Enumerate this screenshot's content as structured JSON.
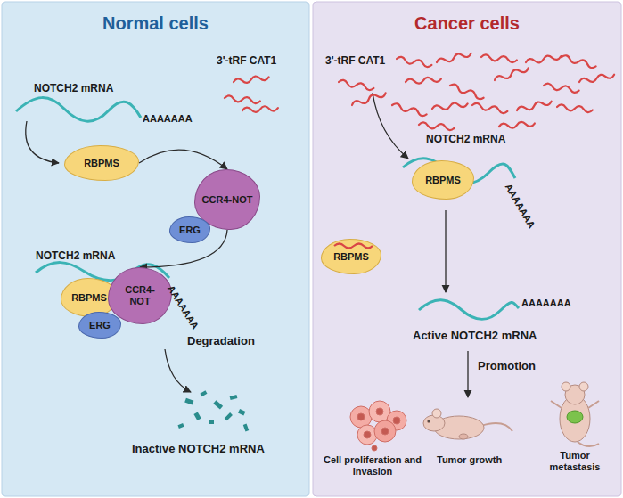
{
  "diagram": {
    "nodes": [
      {
        "text": [
          "Normal cells"
        ]
      },
      {
        "text": [
          "RBPMS"
        ],
        "in": 0
      },
      {
        "text": [
          "CCR4-NOT"
        ],
        "in": 0
      },
      {
        "text": [
          "ERG"
        ],
        "in": 0
      },
      {
        "text": [
          "RBPMS"
        ],
        "in": 0
      },
      {
        "text": [
          "CCR4-NOT"
        ],
        "in": 0
      },
      {
        "text": [
          "ERG"
        ],
        "in": 0
      },
      {
        "text": [
          "Cancer cells"
        ]
      },
      {
        "text": [
          "RBPMS"
        ],
        "in": 7
      },
      {
        "text": [
          "RBPMS"
        ],
        "in": 7
      }
    ],
    "edges": [
      {
        "from": 1,
        "to": 2,
        "arrow": "to"
      },
      {
        "from": 2,
        "to": 5,
        "arrow": "to"
      }
    ],
    "labels": [
      "NOTCH2 mRNA",
      "AAAAAAA",
      "3'-tRF CAT1",
      "NOTCH2 mRNA",
      "AAAAAAA",
      "Degradation",
      "Inactive NOTCH2 mRNA",
      "3'-tRF CAT1",
      "NOTCH2 mRNA",
      "AAAAAAA",
      "AAAAAAA",
      "Active NOTCH2 mRNA",
      "Promotion",
      "Cell proliferation and invasion",
      "Tumor growth",
      "Tumor metastasis"
    ]
  }
}
